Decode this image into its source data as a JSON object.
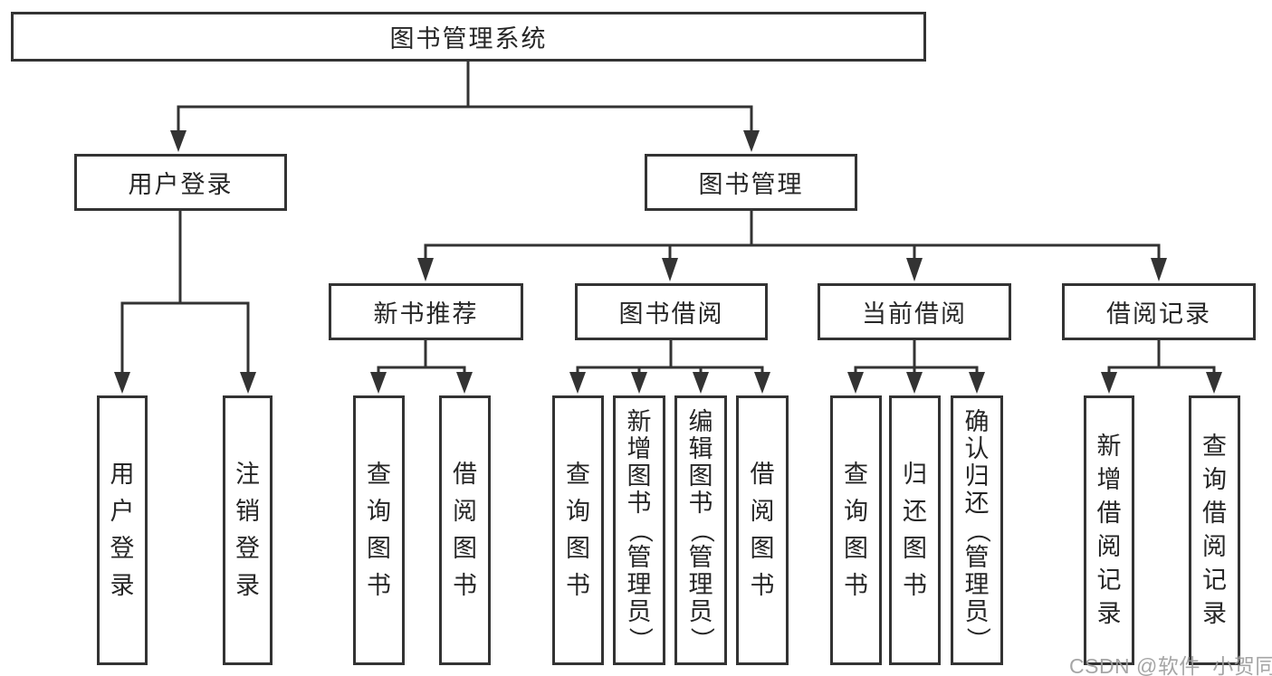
{
  "diagram_title": "图书管理系统",
  "tree": {
    "label": "图书管理系统",
    "children": [
      {
        "label": "用户登录",
        "children": [
          {
            "label": "用户登录"
          },
          {
            "label": "注销登录"
          }
        ]
      },
      {
        "label": "图书管理",
        "children": [
          {
            "label": "新书推荐",
            "children": [
              {
                "label": "查询图书"
              },
              {
                "label": "借阅图书"
              }
            ]
          },
          {
            "label": "图书借阅",
            "children": [
              {
                "label": "查询图书"
              },
              {
                "label": "新增图书（管理员）"
              },
              {
                "label": "编辑图书（管理员）"
              },
              {
                "label": "借阅图书"
              }
            ]
          },
          {
            "label": "当前借阅",
            "children": [
              {
                "label": "查询图书"
              },
              {
                "label": "归还图书"
              },
              {
                "label": "确认归还（管理员）"
              }
            ]
          },
          {
            "label": "借阅记录",
            "children": [
              {
                "label": "新增借阅记录"
              },
              {
                "label": "查询借阅记录"
              }
            ]
          }
        ]
      }
    ]
  },
  "watermark": {
    "text": "CSDN @软件_小贺同学"
  },
  "colors": {
    "background": "#ffffff",
    "line": "#333333",
    "box_border": "#333333",
    "text": "#262626",
    "watermark": "#9c9c9c"
  }
}
